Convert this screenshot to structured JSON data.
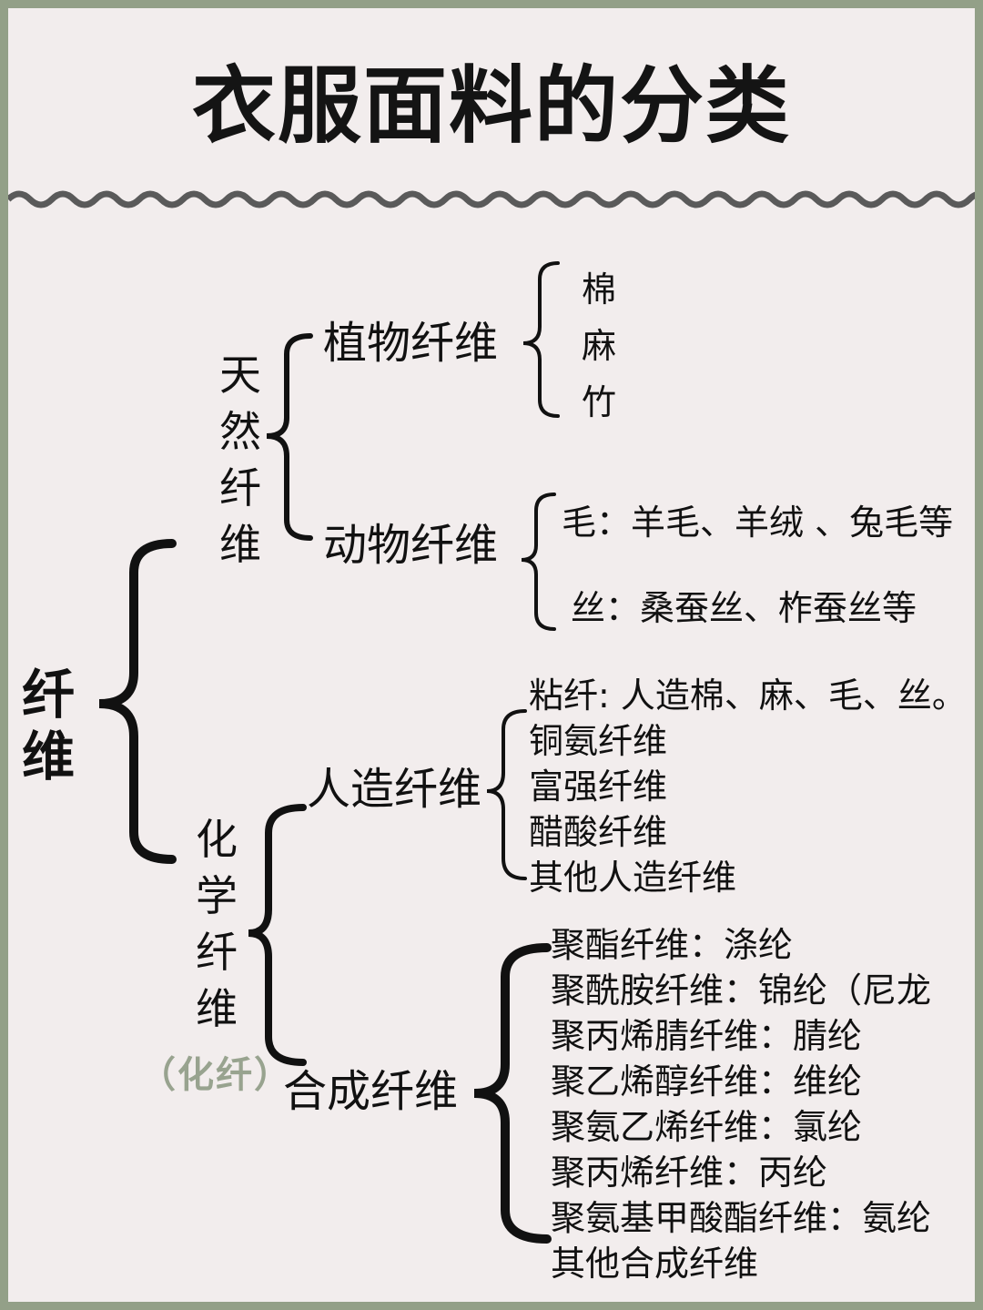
{
  "title": "衣服面料的分类",
  "root": "纤维",
  "natural": {
    "label": "天然纤维",
    "plant": {
      "label": "植物纤维",
      "items": [
        "棉",
        "麻",
        "竹"
      ]
    },
    "animal": {
      "label": "动物纤维",
      "items": [
        "毛：羊毛、羊绒 、兔毛等",
        "丝：桑蚕丝、柞蚕丝等"
      ]
    }
  },
  "chemical": {
    "label": "化学纤维",
    "abbr": "（化纤）",
    "man_made": {
      "label": "人造纤维",
      "items": [
        "粘纤: 人造棉、麻、毛、丝。",
        "铜氨纤维",
        "富强纤维",
        "醋酸纤维",
        "其他人造纤维"
      ]
    },
    "synthetic": {
      "label": "合成纤维",
      "items": [
        "聚酯纤维：涤纶",
        "聚酰胺纤维：锦纶（尼龙",
        "聚丙烯腈纤维：腈纶",
        "聚乙烯醇纤维：维纶",
        "聚氨乙烯纤维：氯纶",
        "聚丙烯纤维：丙纶",
        "聚氨基甲酸酯纤维：氨纶",
        "其他合成纤维"
      ]
    }
  }
}
